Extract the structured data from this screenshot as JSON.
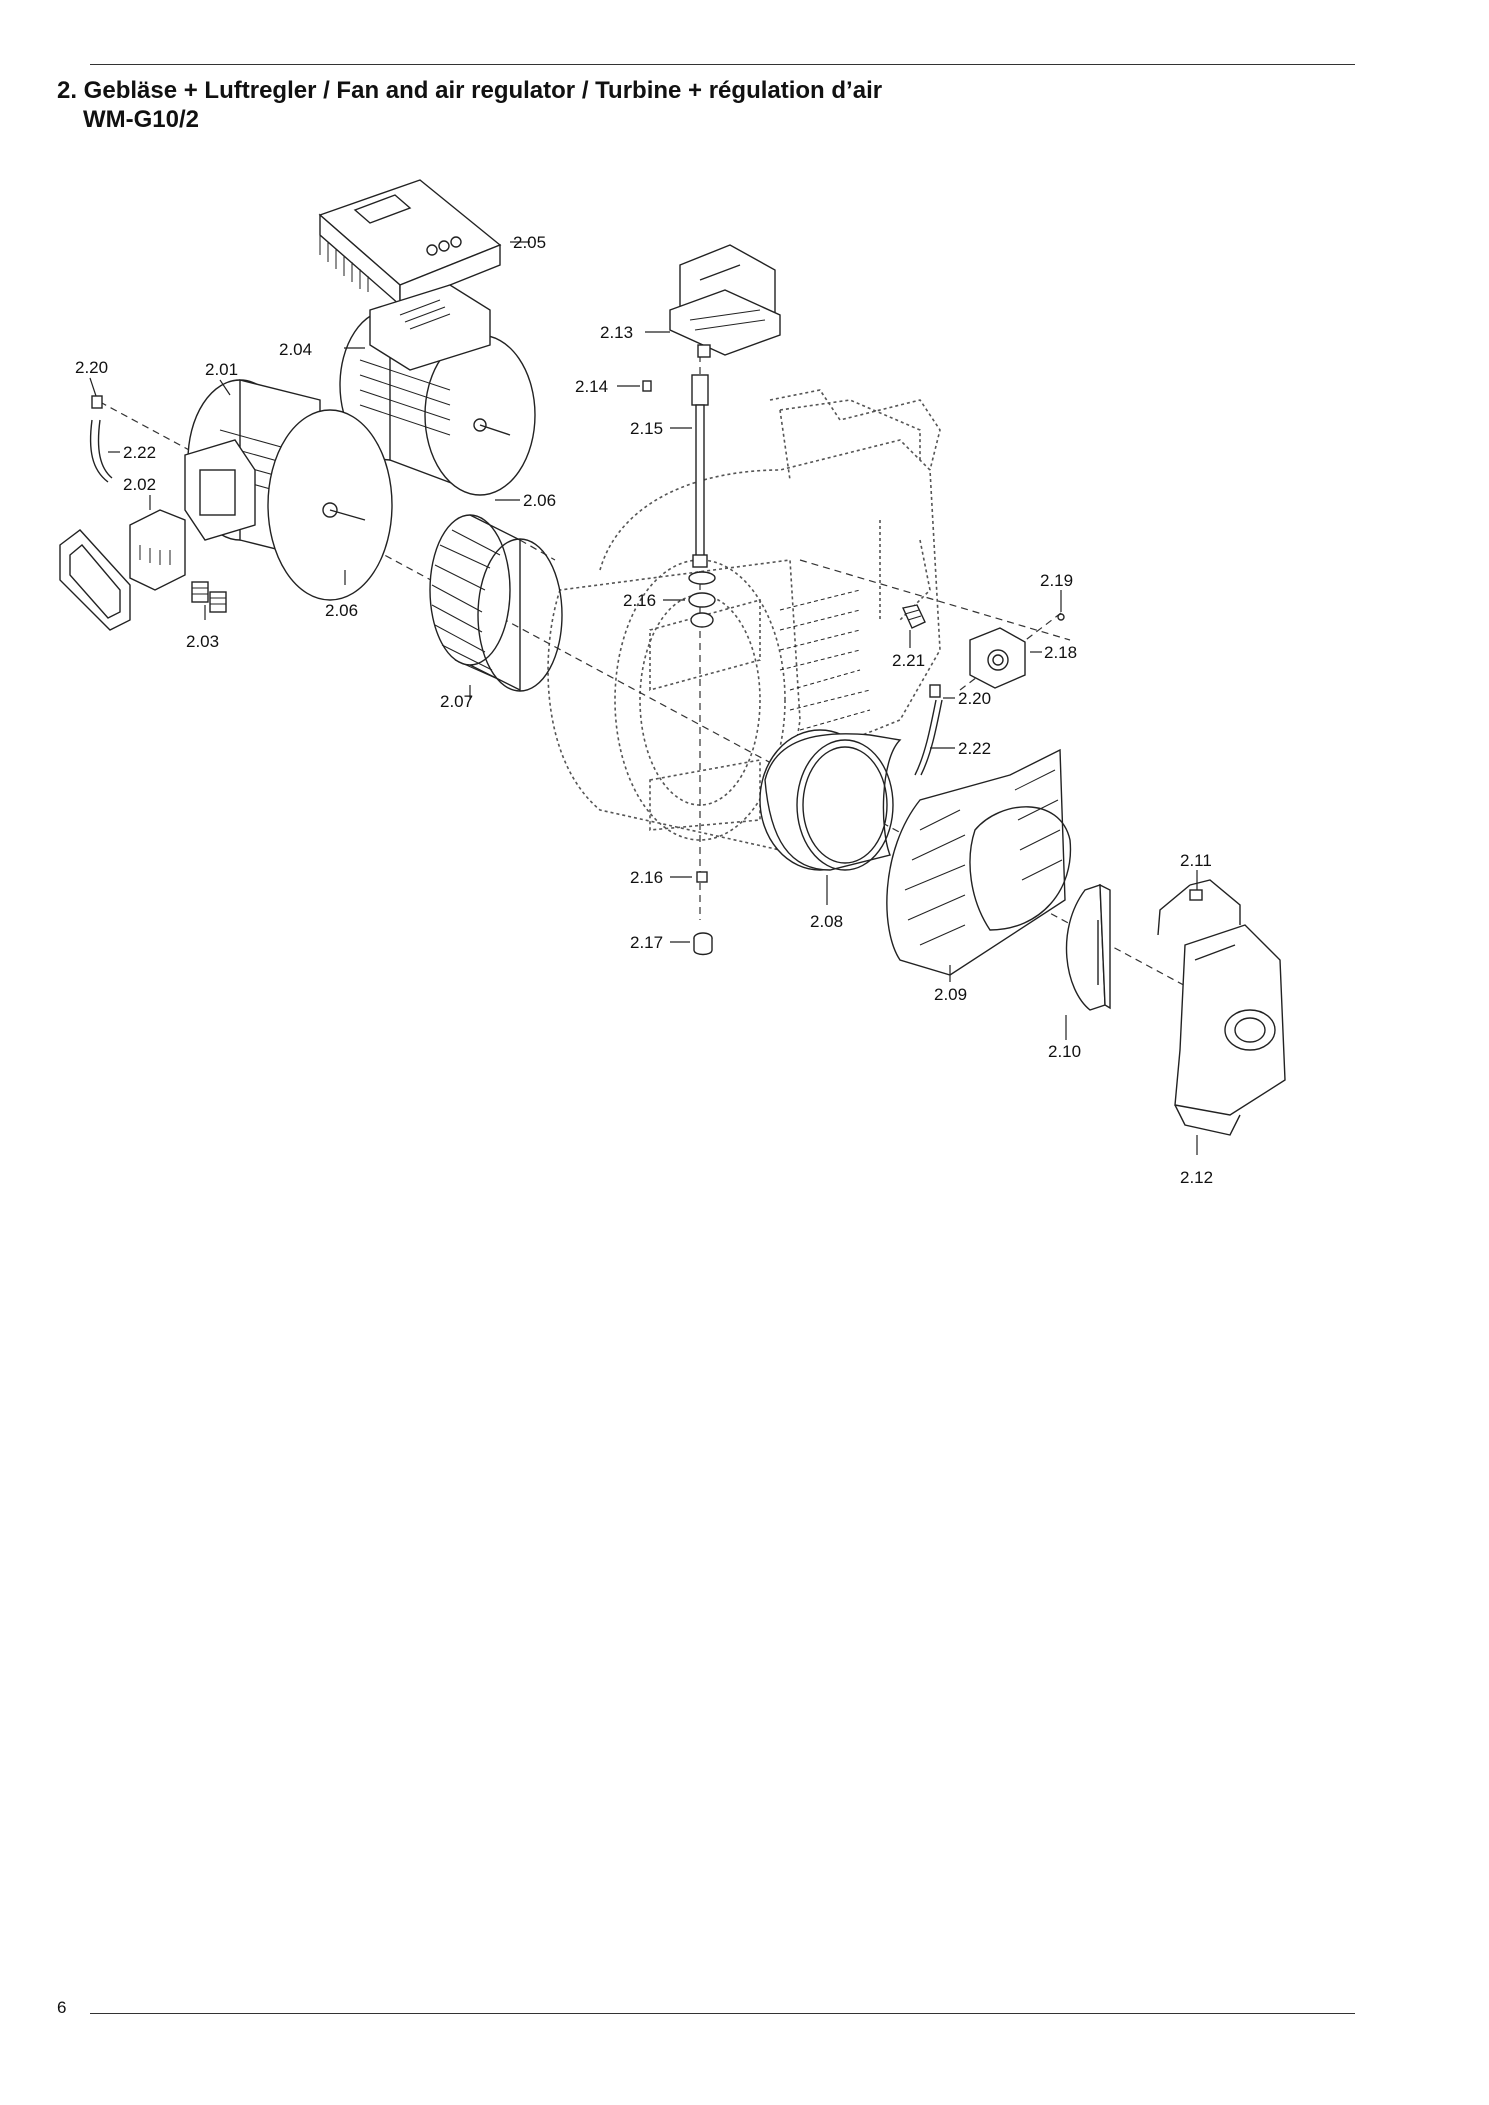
{
  "header": {
    "title": "2. Gebläse + Luftregler / Fan and air regulator / Turbine + régulation d’air",
    "subtitle": "WM-G10/2"
  },
  "footer": {
    "page_number": "6"
  },
  "labels": {
    "l_2_01": "2.01",
    "l_2_02": "2.02",
    "l_2_03": "2.03",
    "l_2_04": "2.04",
    "l_2_05": "2.05",
    "l_2_06a": "2.06",
    "l_2_06b": "2.06",
    "l_2_07": "2.07",
    "l_2_08": "2.08",
    "l_2_09": "2.09",
    "l_2_10": "2.10",
    "l_2_11": "2.11",
    "l_2_12": "2.12",
    "l_2_13": "2.13",
    "l_2_14": "2.14",
    "l_2_15": "2.15",
    "l_2_16a": "2.16",
    "l_2_16b": "2.16",
    "l_2_17": "2.17",
    "l_2_18": "2.18",
    "l_2_19": "2.19",
    "l_2_20a": "2.20",
    "l_2_20b": "2.20",
    "l_2_21": "2.21",
    "l_2_22a": "2.22",
    "l_2_22b": "2.22"
  }
}
